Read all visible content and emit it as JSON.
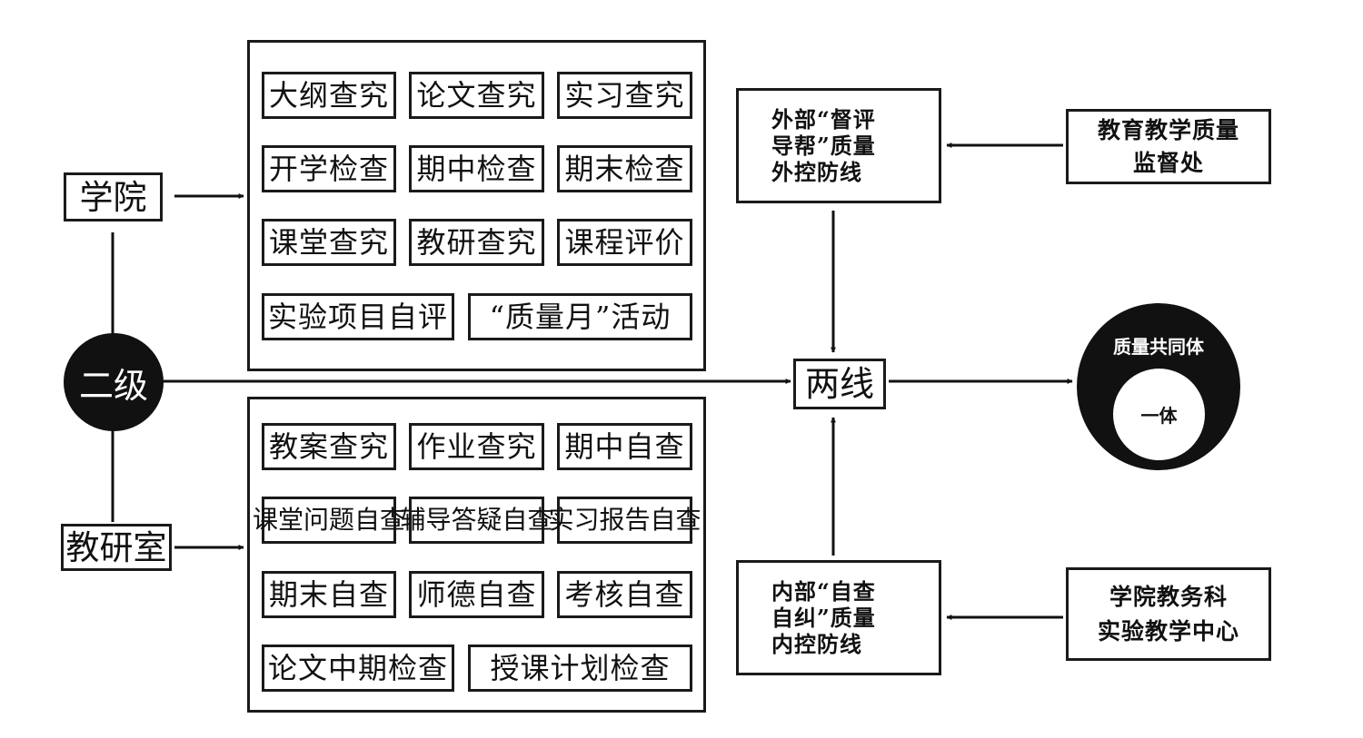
{
  "level": {
    "center": "二级",
    "college": "学院",
    "office": "教研室"
  },
  "college_checks": [
    "大纲查究",
    "论文查究",
    "实习查究",
    "开学检查",
    "期中检查",
    "期末检查",
    "课堂查究",
    "教研查究",
    "课程评价",
    "实验项目自评",
    "“质量月”活动"
  ],
  "office_checks": [
    "教案查究",
    "作业查究",
    "期中自查",
    "课堂问题自查",
    "辅导答疑自查",
    "实习报告自查",
    "期末自查",
    "师德自查",
    "考核自查",
    "论文中期检查",
    "授课计划检查"
  ],
  "two_lines": "两线",
  "external": {
    "lines": [
      "外部“督评",
      "导帮”质量",
      "外控防线"
    ],
    "source_lines": [
      "教育教学质量",
      "监督处"
    ]
  },
  "internal": {
    "lines": [
      "内部“自查",
      "自纠”质量",
      "内控防线"
    ],
    "source_lines": [
      "学院教务科",
      "实验教学中心"
    ]
  },
  "community": {
    "outer": "质量共同体",
    "inner": "一体"
  },
  "colors": {
    "ink": "#111111",
    "background": "#ffffff"
  }
}
